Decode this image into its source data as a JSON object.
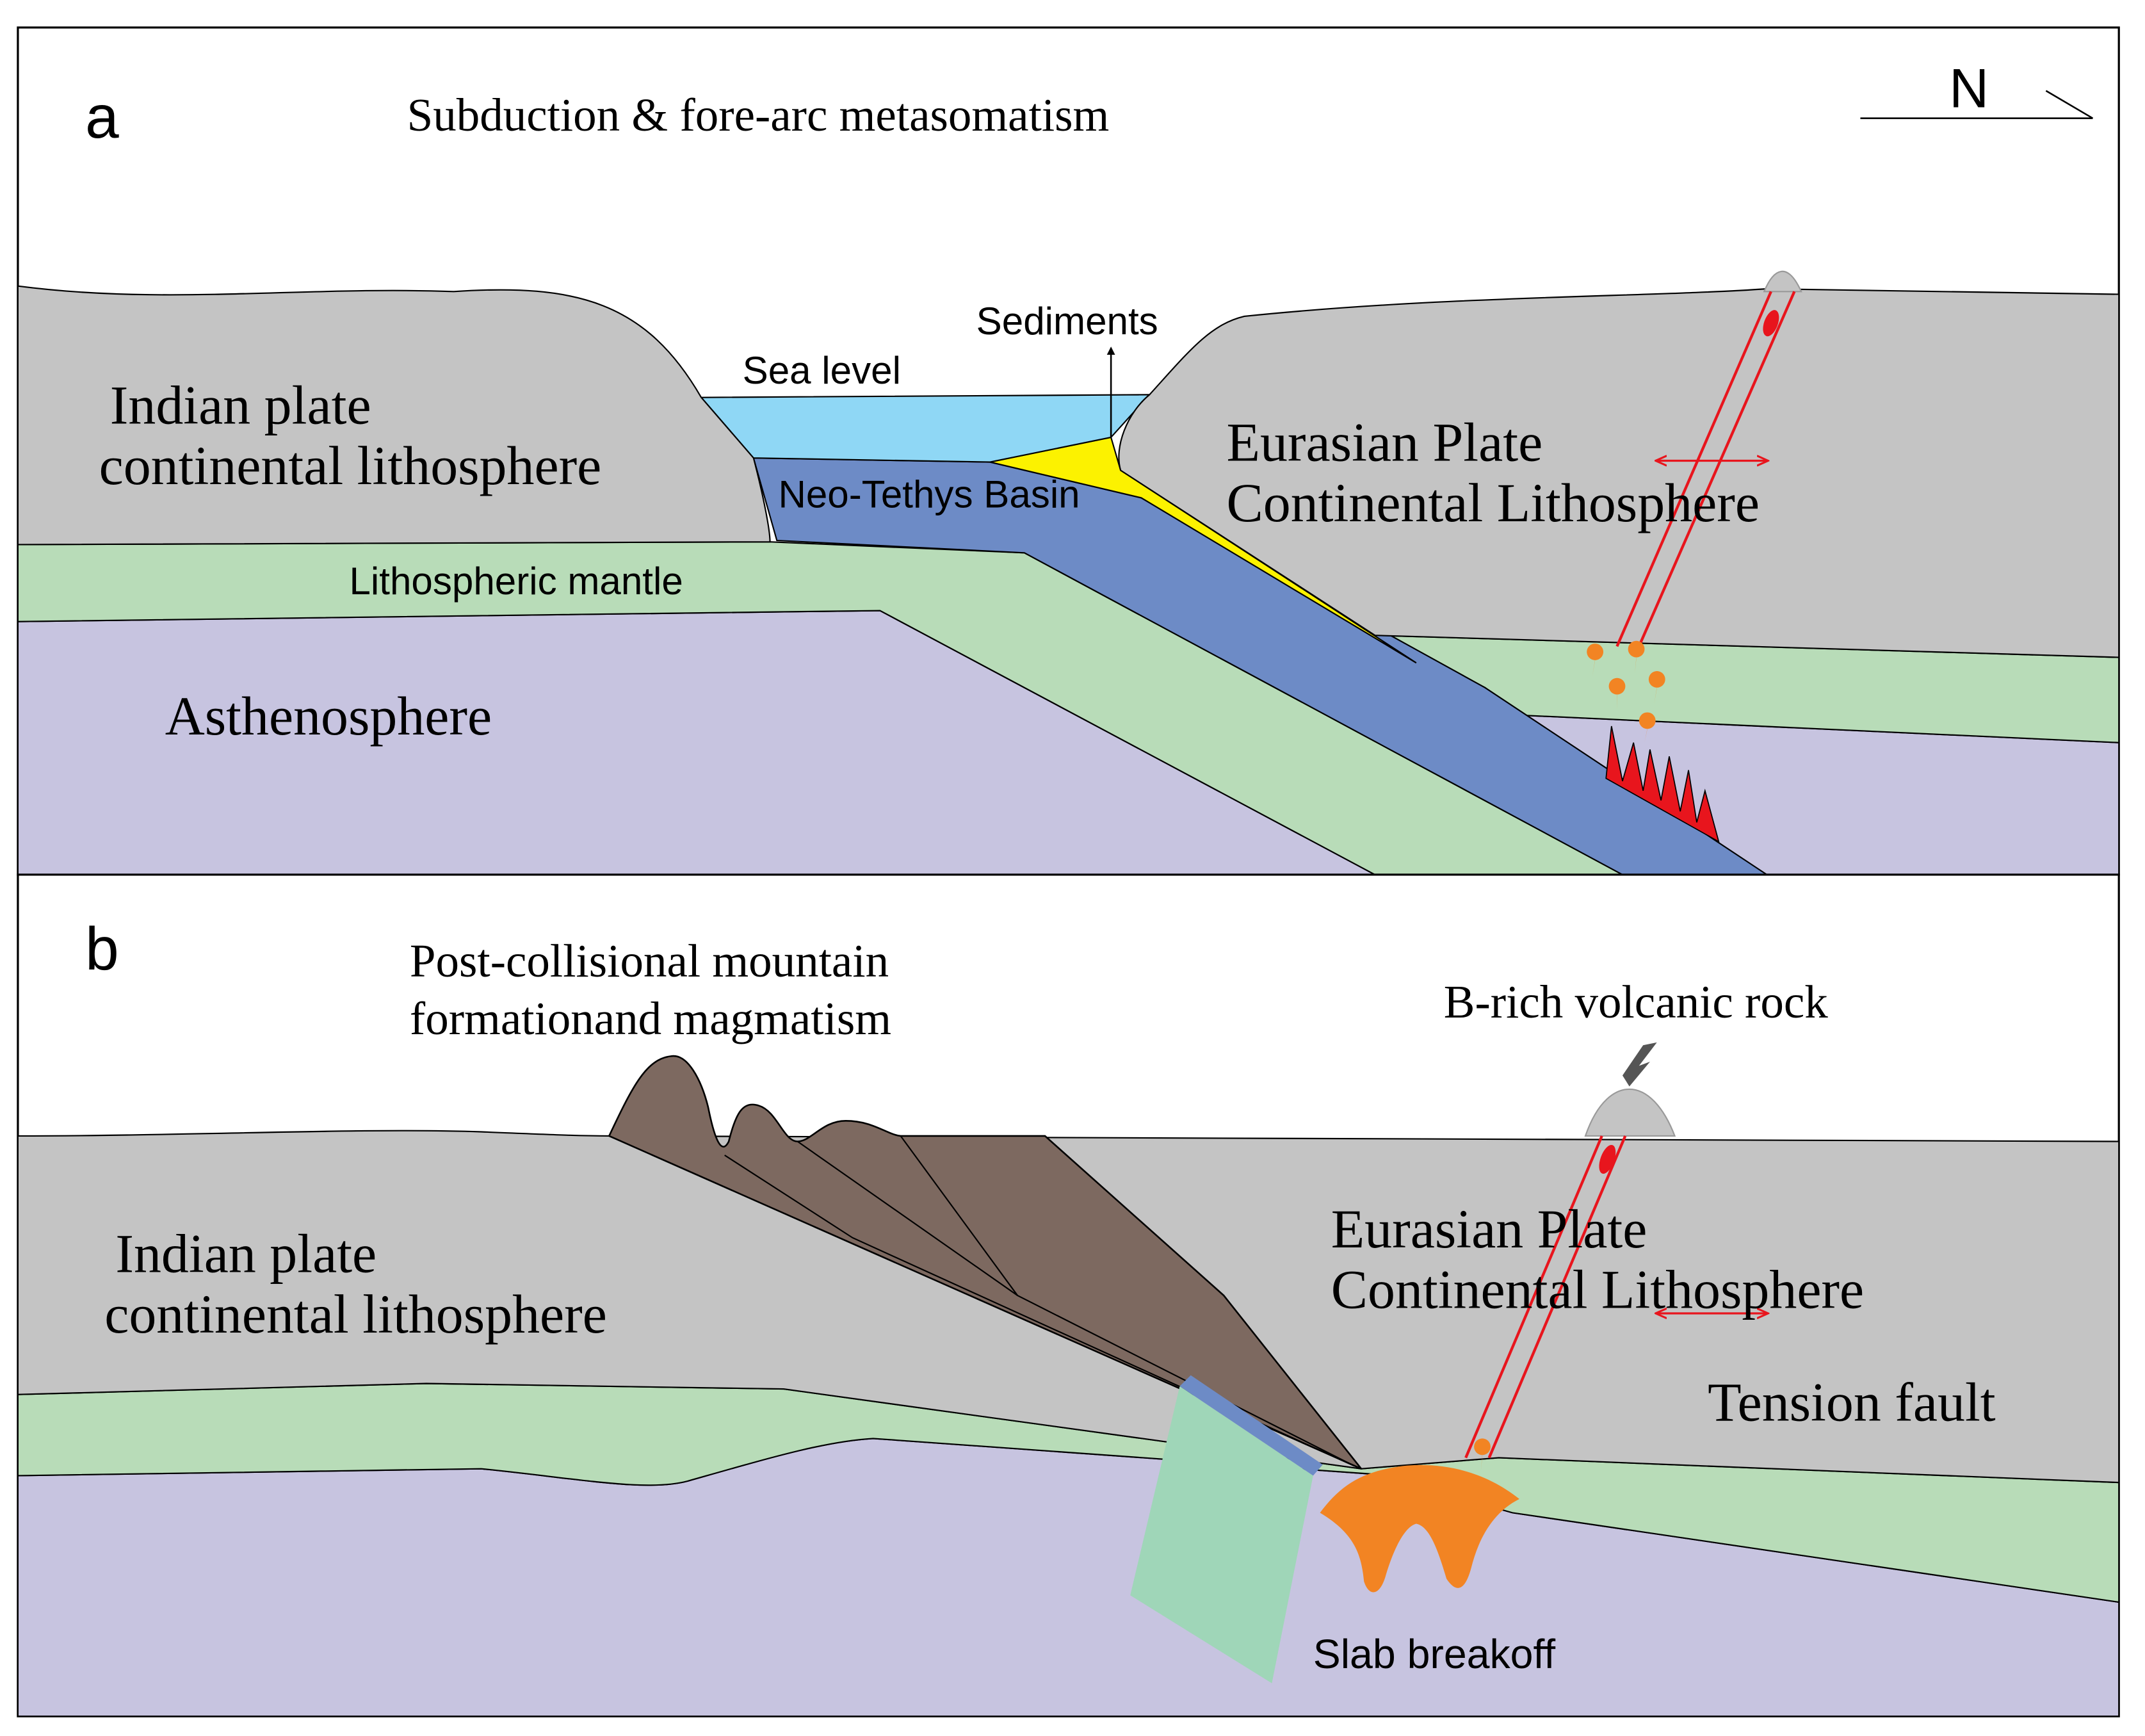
{
  "panel_a": {
    "letter": "a",
    "title": "Subduction & fore-arc metasomatism",
    "north_label": "N",
    "labels": {
      "indian_line1": "Indian plate",
      "indian_line2": "continental lithosphere",
      "sea_level": "Sea level",
      "sediments": "Sediments",
      "basin": "Neo-Tethys Basin",
      "eurasian_line1": "Eurasian Plate",
      "eurasian_line2": "Continental Lithosphere",
      "litho_mantle": "Lithospheric mantle",
      "asthenosphere": "Asthenosphere"
    }
  },
  "panel_b": {
    "letter": "b",
    "labels": {
      "mountain_line1": "Post-collisional mountain",
      "mountain_line2": "formationand magmatism",
      "volcanic": "B-rich volcanic rock",
      "indian_line1": "Indian plate",
      "indian_line2": "continental lithosphere",
      "eurasian_line1": "Eurasian Plate",
      "eurasian_line2": "Continental Lithosphere",
      "tension": "Tension fault",
      "slab": "Slab breakoff"
    }
  },
  "colors": {
    "crust": "#c4c4c4",
    "lithospheric_mantle": "#b8dcb8",
    "asthenosphere": "#c7c4e0",
    "sea": "#8fd7f5",
    "oceanic_slab": "#6d8bc6",
    "sediments": "#fcf200",
    "mountain": "#7d6960",
    "magma": "#f28423",
    "red": "#e8151d",
    "volcano": "#c4c4c4"
  }
}
